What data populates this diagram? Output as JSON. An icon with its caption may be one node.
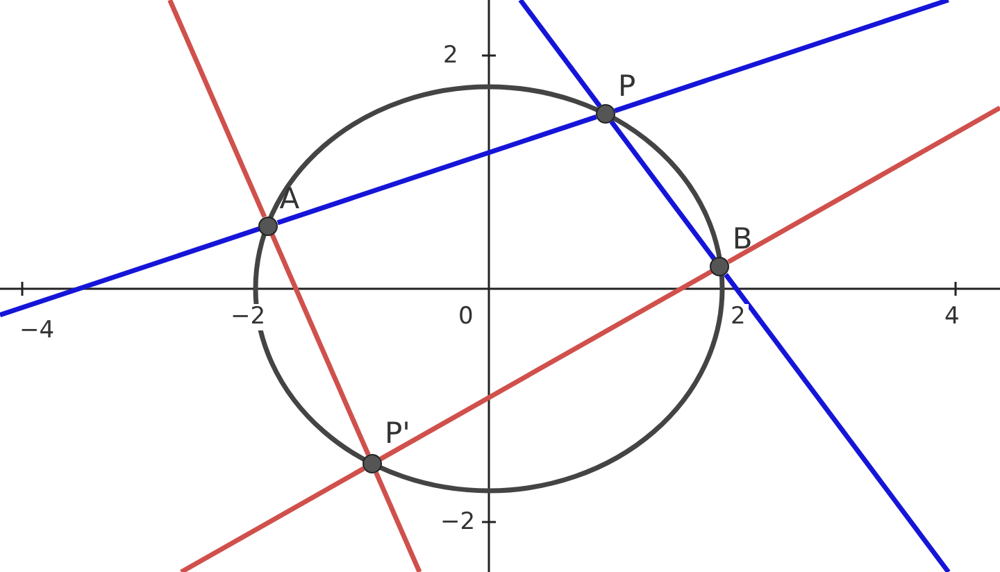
{
  "diagram": {
    "nodes": [
      {
        "text": [],
        "shape": "circle",
        "beside": [
          "A"
        ]
      },
      {
        "text": [],
        "shape": "circle",
        "beside": [
          "P"
        ]
      },
      {
        "text": [],
        "shape": "circle",
        "beside": [
          "B"
        ]
      },
      {
        "text": [],
        "shape": "circle",
        "beside": [
          "P'"
        ]
      }
    ],
    "edges": [
      {
        "from": 0,
        "to": 1,
        "arrow": "none",
        "color": "#1515d8"
      },
      {
        "from": 1,
        "to": 2,
        "arrow": "none",
        "color": "#1515d8"
      },
      {
        "from": 0,
        "to": 3,
        "arrow": "none",
        "color": "#d0504c"
      },
      {
        "from": 3,
        "to": 2,
        "arrow": "none",
        "color": "#d0504c"
      }
    ],
    "labels": [
      "2",
      "−4",
      "−2",
      "0",
      "2",
      "4",
      "−2"
    ]
  }
}
